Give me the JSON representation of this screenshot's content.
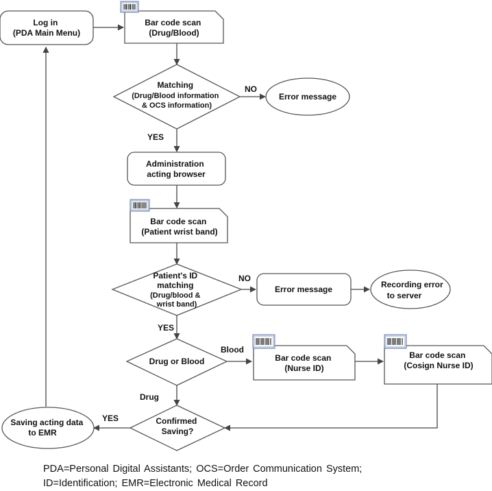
{
  "diagram": {
    "colors": {
      "stroke": "#555555",
      "text": "#111111",
      "fill": "#ffffff"
    },
    "nodes": {
      "login": {
        "lines": [
          "Log in",
          "(PDA Main Menu)"
        ],
        "shape": "rounded-rect"
      },
      "scan_drug": {
        "lines": [
          "Bar code scan",
          "(Drug/Blood)"
        ],
        "shape": "document",
        "icon": "barcode-icon"
      },
      "matching": {
        "lines": [
          "Matching",
          "(Drug/Blood information",
          "& OCS information)"
        ],
        "shape": "diamond"
      },
      "error1": {
        "lines": [
          "Error message"
        ],
        "shape": "ellipse"
      },
      "admin": {
        "lines": [
          "Administration",
          "acting browser"
        ],
        "shape": "rounded-rect"
      },
      "scan_patient": {
        "lines": [
          "Bar code scan",
          "(Patient wrist band)"
        ],
        "shape": "document",
        "icon": "barcode-icon"
      },
      "patient_id": {
        "lines": [
          "Patient's ID",
          "matching",
          "(Drug/blood &",
          "wrist band)"
        ],
        "shape": "diamond"
      },
      "error2": {
        "lines": [
          "Error message"
        ],
        "shape": "rounded-rect"
      },
      "recording": {
        "lines": [
          "Recording error",
          "to server"
        ],
        "shape": "ellipse"
      },
      "drug_or_blood": {
        "lines": [
          "Drug or Blood"
        ],
        "shape": "diamond"
      },
      "scan_nurse": {
        "lines": [
          "Bar code scan",
          "(Nurse ID)"
        ],
        "shape": "document",
        "icon": "barcode-icon"
      },
      "scan_cosign": {
        "lines": [
          "Bar code scan",
          "(Cosign Nurse ID)"
        ],
        "shape": "document",
        "icon": "barcode-icon"
      },
      "confirmed": {
        "lines": [
          "Confirmed",
          "Saving?"
        ],
        "shape": "diamond"
      },
      "saving": {
        "lines": [
          "Saving acting data",
          "to EMR"
        ],
        "shape": "ellipse"
      }
    },
    "edge_labels": {
      "no1": "NO",
      "yes1": "YES",
      "no2": "NO",
      "yes2": "YES",
      "blood": "Blood",
      "drug": "Drug",
      "yes3": "YES"
    }
  },
  "footnote": {
    "line1": "PDA=Personal Digital Assistants; OCS=Order Communication System;",
    "line2": "ID=Identification; EMR=Electronic Medical Record"
  }
}
